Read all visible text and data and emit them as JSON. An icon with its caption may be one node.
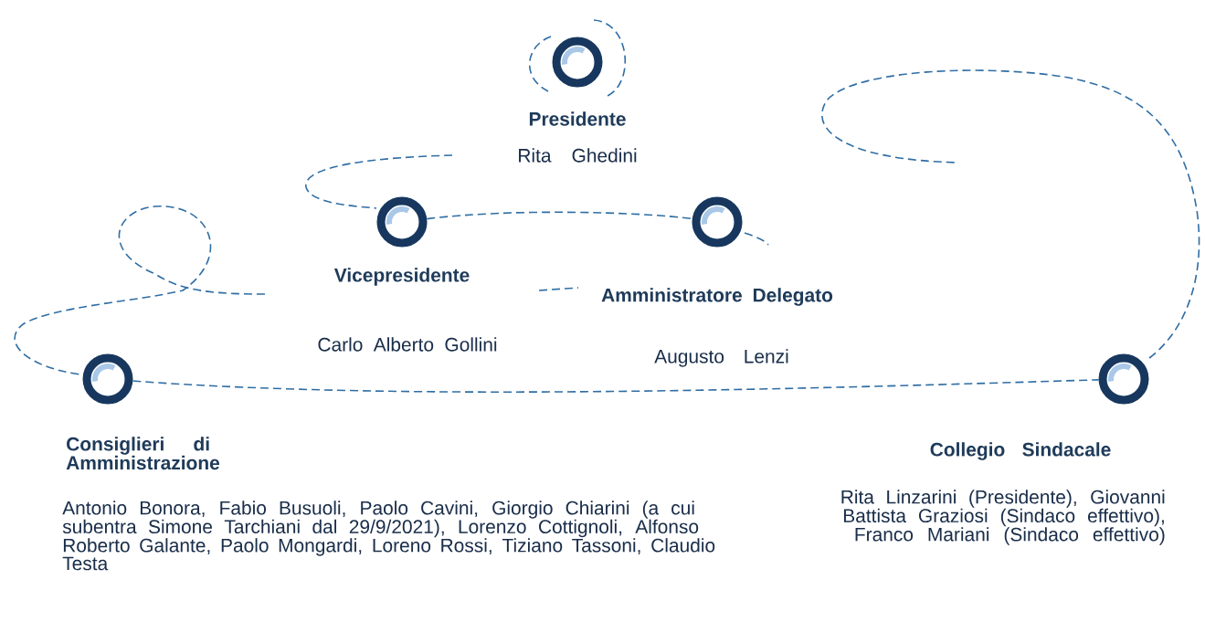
{
  "diagram": {
    "nodes": [
      {
        "text": [
          "Presidente",
          "Rita Ghedini"
        ]
      },
      {
        "text": [
          "Vicepresidente",
          "Carlo Alberto Gollini"
        ]
      },
      {
        "text": [
          "Amministratore Delegato",
          "Augusto Lenzi"
        ]
      },
      {
        "text": [
          "Consiglieri di Amministrazione",
          "Antonio Bonora, Fabio Busuoli, Paolo Cavini, Giorgio Chiarini (a cui subentra Simone Tarchiani dal 29/9/2021), Lorenzo Cottignoli, Alfonso Roberto Galante, Paolo Mongardi, Loreno Rossi, Tiziano Tassoni, Claudio Testa"
        ]
      },
      {
        "text": [
          "Collegio Sindacale",
          "Rita Linzarini (Presidente), Giovanni Battista Graziosi (Sindaco effettivo), Franco Mariani (Sindaco effettivo)"
        ]
      }
    ],
    "edges": [
      {
        "from": 1,
        "to": 2,
        "arrow": "none",
        "style": "dashed"
      },
      {
        "from": 3,
        "to": 4,
        "arrow": "none",
        "style": "dashed"
      }
    ]
  }
}
